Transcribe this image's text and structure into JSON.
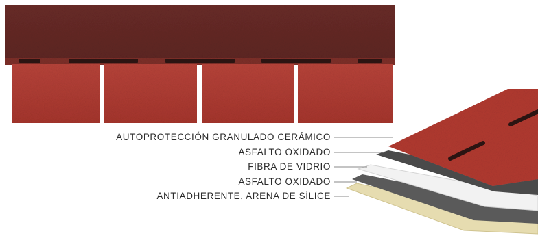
{
  "colors": {
    "top_band": "#6e2a26",
    "tab_red": "#b23a31",
    "slot_dark": "#2b1412",
    "asphalt": "#4a4a4a",
    "fiberglass": "#f2f2f2",
    "sand": "#e6dcb0",
    "label_text": "#2b2b2b"
  },
  "layers": [
    {
      "label": "AUTOPROTECCIÓN GRANULADO CERÁMICO",
      "swatch": "#b23a31"
    },
    {
      "label": "ASFALTO OXIDADO",
      "swatch": "#4a4a4a"
    },
    {
      "label": "FIBRA DE VIDRIO",
      "swatch": "#f2f2f2"
    },
    {
      "label": "ASFALTO OXIDADO",
      "swatch": "#5a5a5a"
    },
    {
      "label": "ANTIADHERENTE, ARENA DE SÍLICE",
      "swatch": "#e6dcb0"
    }
  ]
}
